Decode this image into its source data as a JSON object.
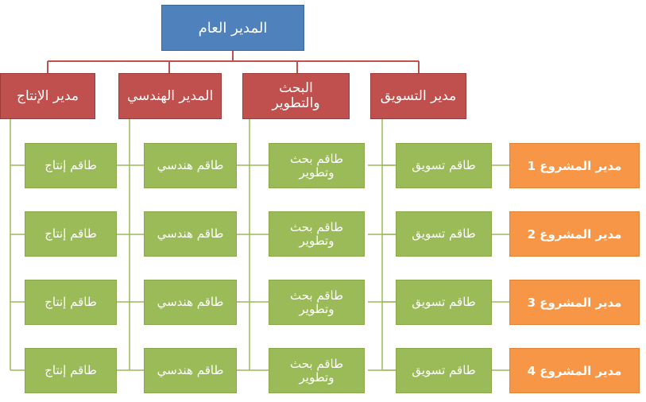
{
  "chart": {
    "ceo": "المدير العام",
    "managers": [
      {
        "label": "مدير التسويق",
        "team": "طاقم تسويق"
      },
      {
        "label": "البحث\nوالتطوير",
        "team": "طاقم بحث\nوتطوير"
      },
      {
        "label": "المدير الهندسي",
        "team": "طاقم هندسي"
      },
      {
        "label": "مدير الإنتاج",
        "team": "طاقم إنتاج"
      }
    ],
    "project_managers": [
      "مدير المشروع 1",
      "مدير المشروع 2",
      "مدير المشروع 3",
      "مدير المشروع 4"
    ]
  },
  "colors": {
    "ceo": "#4f81bd",
    "manager": "#c0504d",
    "team": "#9bbb59",
    "project_manager": "#f79646",
    "line_red": "#c0504d",
    "line_green": "#9bbb59"
  }
}
